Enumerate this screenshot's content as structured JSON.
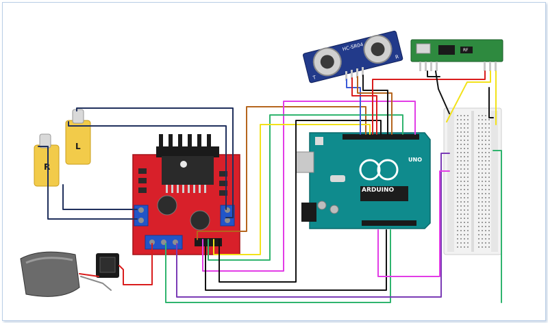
{
  "motors": {
    "left_label": "L",
    "right_label": "R"
  },
  "sensor": {
    "model_label": "HC-SR04",
    "side_t": "T",
    "side_r": "R"
  },
  "arduino": {
    "brand_label": "ARDUINO",
    "model_label": "UNO"
  },
  "rf_receiver": {
    "chip_label": "RF"
  },
  "driver": {
    "module": "L298N"
  },
  "colors": {
    "navy": "#1f2f5c",
    "red": "#d91c1c",
    "black": "#111111",
    "brown": "#b5651d",
    "pink": "#e23ce6",
    "green": "#2fb46e",
    "yellow": "#f2e21a",
    "purple": "#7a3bb5",
    "blue_wire": "#3b5bd9"
  }
}
